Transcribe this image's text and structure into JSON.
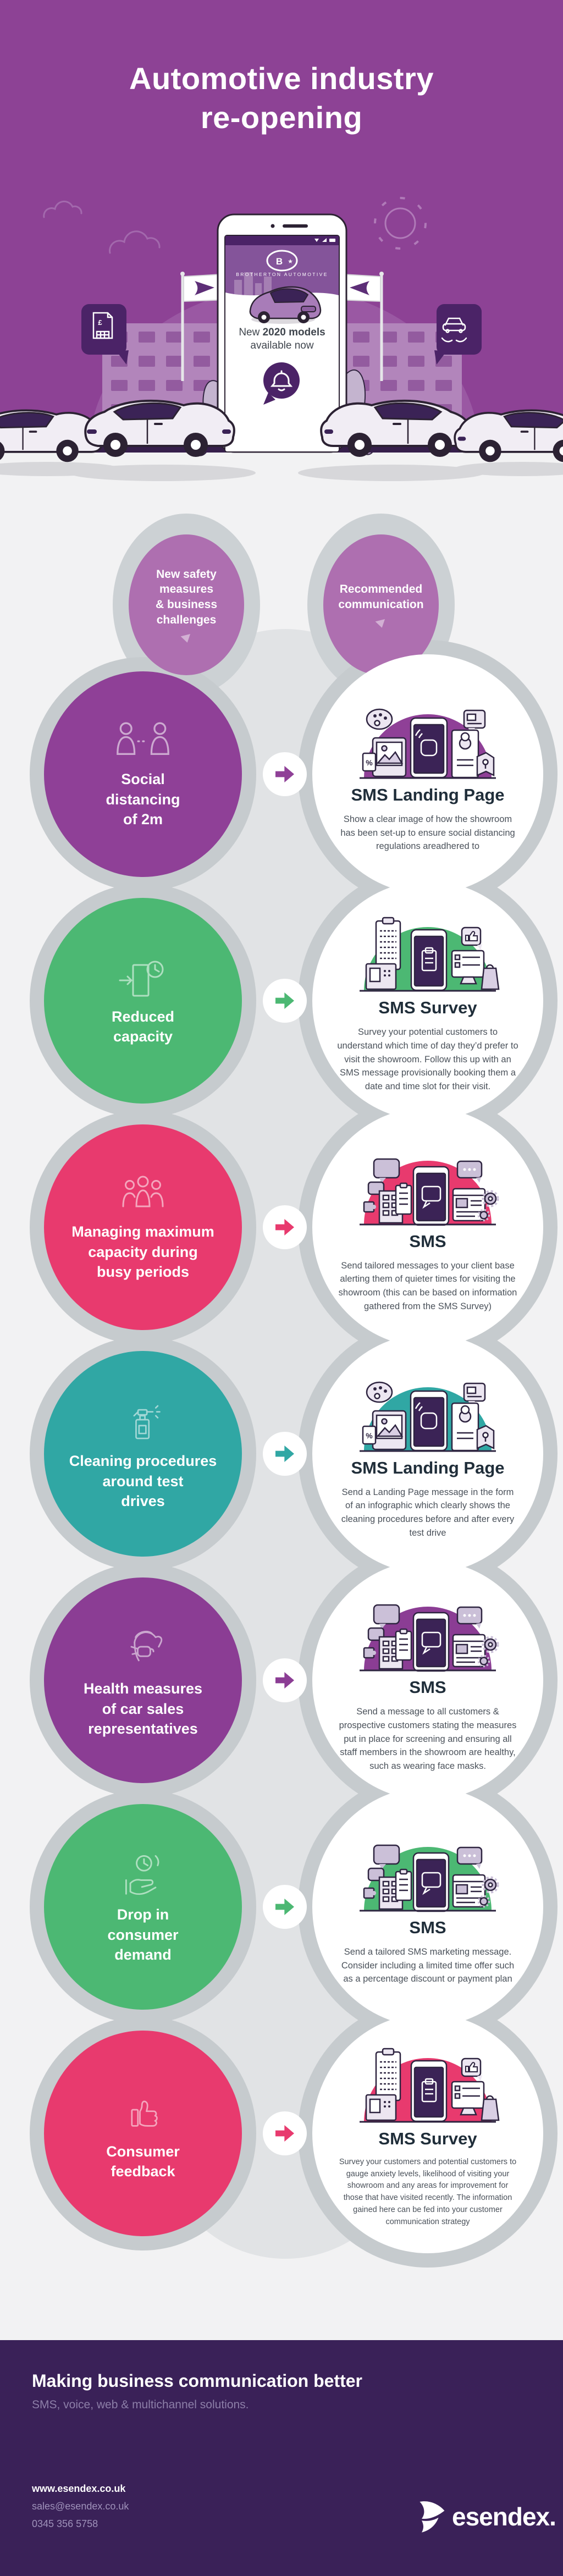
{
  "hero": {
    "title_line1": "Automotive industry",
    "title_line2": "re-opening",
    "bg_color": "#8d4295",
    "phone": {
      "brand": "BROTHERTON AUTOMOTIVE",
      "headline_regular": "New ",
      "headline_bold": "2020 models",
      "headline_line2": "available now"
    }
  },
  "columns_header": {
    "left": "New safety\nmeasures\n& business\nchallenges",
    "right": "Recommended\ncommunication",
    "circle_color": "#ae6fb0"
  },
  "rows": [
    {
      "topic": "Social\ndistancing\nof 2m",
      "accent": "#8f4097",
      "icon": "distance-icon",
      "scene": "landing",
      "comm_title": "SMS Landing Page",
      "comm_desc": "Show a clear image of how the showroom has been set-up to ensure social distancing regulations areadhered to"
    },
    {
      "topic": "Reduced\ncapacity",
      "accent": "#4cb873",
      "icon": "capacity-icon",
      "scene": "survey",
      "comm_title": "SMS Survey",
      "comm_desc": "Survey your potential customers to understand which time of day they’d prefer to visit the showroom. Follow this up with an SMS message provisionally booking them a date and time slot for their visit."
    },
    {
      "topic": "Managing maximum\ncapacity during\nbusy periods",
      "accent": "#e83a6e",
      "icon": "crowd-icon",
      "scene": "sms",
      "comm_title": "SMS",
      "comm_desc": "Send tailored messages to your client base alerting them of quieter times for visiting the showroom (this can be based on information gathered from the SMS Survey)"
    },
    {
      "topic": "Cleaning procedures\naround test\ndrives",
      "accent": "#30a7a4",
      "icon": "spray-icon",
      "scene": "landing",
      "comm_title": "SMS Landing Page",
      "comm_desc": "Send a Landing Page message in the form of an infographic which clearly shows the cleaning procedures before and after every test drive"
    },
    {
      "topic": "Health measures\nof car sales\nrepresentatives",
      "accent": "#8b3d94",
      "icon": "mask-icon",
      "scene": "sms",
      "comm_title": "SMS",
      "comm_desc": "Send a message to all customers & prospective customers stating the measures put in place for screening and ensuring all staff members in the showroom are healthy, such as wearing face masks."
    },
    {
      "topic": "Drop in\nconsumer\ndemand",
      "accent": "#4cb873",
      "icon": "demand-icon",
      "scene": "sms",
      "comm_title": "SMS",
      "comm_desc": "Send a tailored SMS marketing message. Consider including a limited time offer such as a percentage discount or payment plan"
    },
    {
      "topic": "Consumer\nfeedback",
      "accent": "#e83a6e",
      "icon": "thumbsup-icon",
      "scene": "survey",
      "comm_title": "SMS Survey",
      "comm_desc": "Survey your customers and potential customers to gauge anxiety levels, likelihood of visiting your showroom and any areas for improvement for those that have visited recently. The information gained here can be fed into your customer communication strategy"
    }
  ],
  "footer": {
    "tagline": "Making business communication better",
    "subtitle": "SMS, voice, web & multichannel solutions.",
    "website": "www.esendex.co.uk",
    "email": "sales@esendex.co.uk",
    "phone": "0345 356 5758",
    "brand": "esendex.",
    "bg_color": "#3a2158"
  }
}
